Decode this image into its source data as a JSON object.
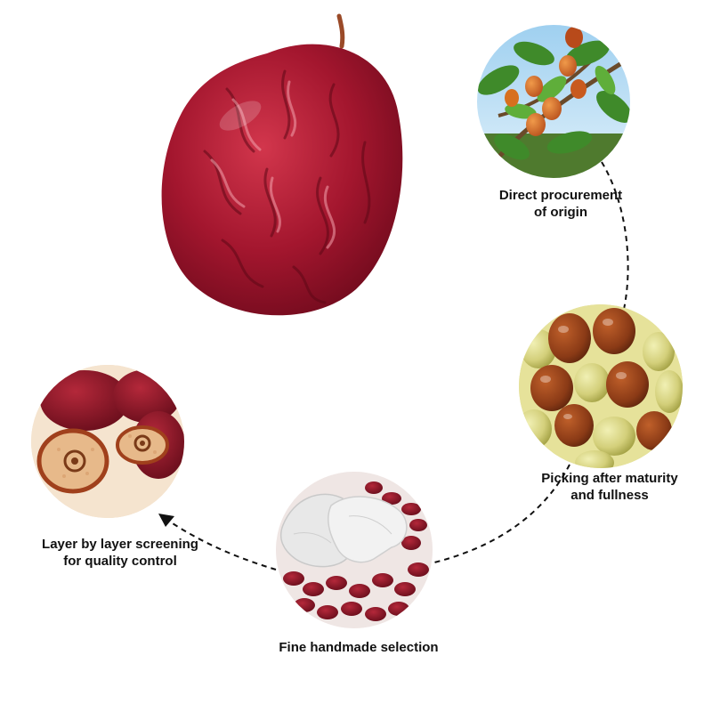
{
  "colors": {
    "date_red": "#a3162e",
    "date_dark": "#6e0a1c",
    "jujube_green": "#d9d98a",
    "jujube_brown": "#8a3a16",
    "leaf_green": "#3f8a2a",
    "sky_blue": "#7fbde6",
    "flesh_tan": "#e7b98a",
    "glove_white": "#e8e8e8",
    "arrow_black": "#111111"
  },
  "steps": [
    {
      "lines": [
        "Direct procurement",
        "of origin"
      ]
    },
    {
      "lines": [
        "Picking after maturity",
        "and fullness"
      ]
    },
    {
      "lines": [
        "Fine handmade selection"
      ]
    },
    {
      "lines": [
        "Layer by layer screening",
        "for quality control"
      ]
    }
  ]
}
